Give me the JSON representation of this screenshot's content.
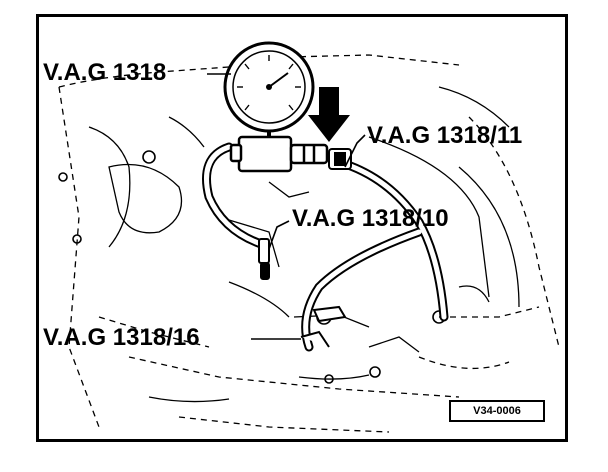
{
  "labels": {
    "gauge": "V.A.G 1318",
    "adapter_11": "V.A.G 1318/11",
    "adapter_10": "V.A.G 1318/10",
    "adapter_16": "V.A.G 1318/16"
  },
  "figure_code": "V34-0006",
  "colors": {
    "ink": "#000000",
    "paper": "#ffffff"
  },
  "icons": {
    "pointer": "arrow-down-icon",
    "gauge": "pressure-gauge-icon"
  }
}
